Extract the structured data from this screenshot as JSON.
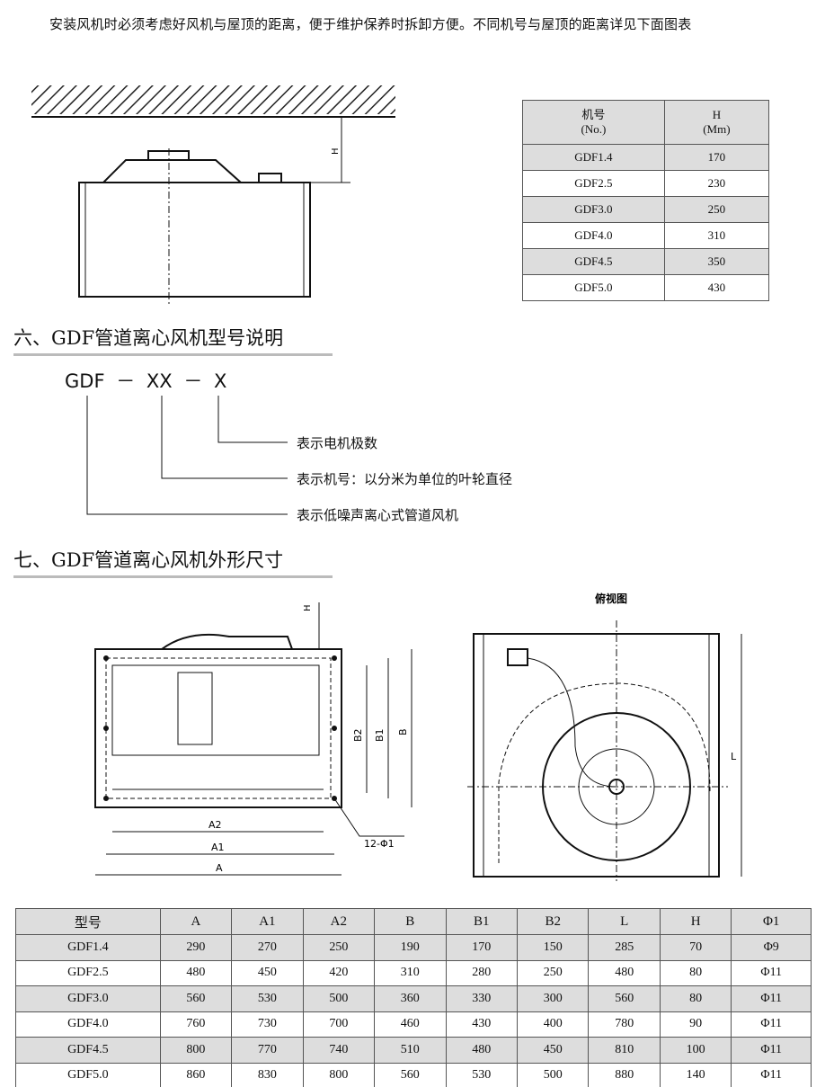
{
  "intro": "安装风机时必须考虑好风机与屋顶的距离，便于维护保养时拆卸方便。不同机号与屋顶的距离详见下面图表",
  "top_diagram": {
    "h_label": "H"
  },
  "clearance_table": {
    "headers": [
      [
        "机号",
        "(No.)"
      ],
      [
        "H",
        "(Mm)"
      ]
    ],
    "rows": [
      [
        "GDF1.4",
        "170"
      ],
      [
        "GDF2.5",
        "230"
      ],
      [
        "GDF3.0",
        "250"
      ],
      [
        "GDF4.0",
        "310"
      ],
      [
        "GDF4.5",
        "350"
      ],
      [
        "GDF5.0",
        "430"
      ]
    ]
  },
  "section6": {
    "title": "六、GDF管道离心风机型号说明",
    "code": "GDF － XX － X",
    "descriptions": [
      "表示电机极数",
      "表示机号：以分米为单位的叶轮直径",
      "表示低噪声离心式管道风机"
    ]
  },
  "section7": {
    "title": "七、GDF管道离心风机外形尺寸",
    "side_labels": {
      "h": "H",
      "a2": "A2",
      "a1": "A1",
      "a": "A",
      "b2": "B2",
      "b1": "B1",
      "b": "B",
      "holes": "12-Φ1"
    },
    "top_view": {
      "title": "俯视图",
      "l": "L"
    }
  },
  "dimension_table": {
    "headers": [
      "型号",
      "A",
      "A1",
      "A2",
      "B",
      "B1",
      "B2",
      "L",
      "H",
      "Φ1"
    ],
    "rows": [
      [
        "GDF1.4",
        "290",
        "270",
        "250",
        "190",
        "170",
        "150",
        "285",
        "70",
        "Φ9"
      ],
      [
        "GDF2.5",
        "480",
        "450",
        "420",
        "310",
        "280",
        "250",
        "480",
        "80",
        "Φ11"
      ],
      [
        "GDF3.0",
        "560",
        "530",
        "500",
        "360",
        "330",
        "300",
        "560",
        "80",
        "Φ11"
      ],
      [
        "GDF4.0",
        "760",
        "730",
        "700",
        "460",
        "430",
        "400",
        "780",
        "90",
        "Φ11"
      ],
      [
        "GDF4.5",
        "800",
        "770",
        "740",
        "510",
        "480",
        "450",
        "810",
        "100",
        "Φ11"
      ],
      [
        "GDF5.0",
        "860",
        "830",
        "800",
        "560",
        "530",
        "500",
        "880",
        "140",
        "Φ11"
      ]
    ]
  }
}
